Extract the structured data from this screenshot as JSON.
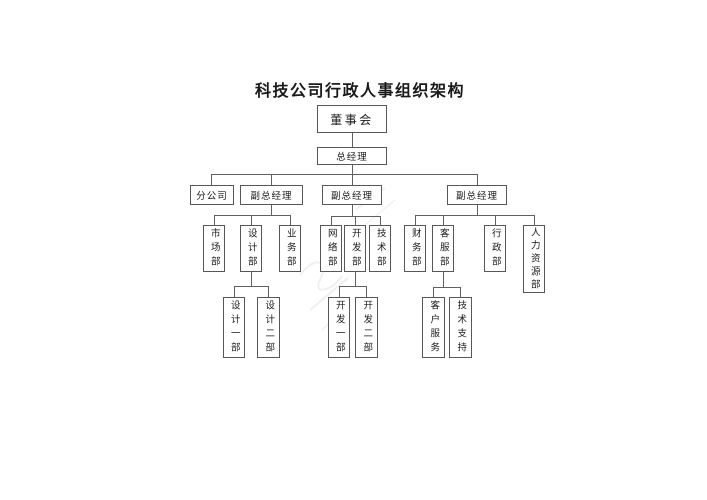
{
  "title": "科技公司行政人事组织架构",
  "colors": {
    "background": "#ffffff",
    "line": "#606060",
    "box_border": "#575757",
    "text": "#1a1a1a"
  },
  "nodes": {
    "board": {
      "label": "董事会"
    },
    "general_manager": {
      "label": "总经理"
    },
    "branch_company": {
      "label": "分公司"
    },
    "vp1": {
      "label": "副总经理"
    },
    "vp2": {
      "label": "副总经理"
    },
    "vp3": {
      "label": "副总经理"
    },
    "marketing_dept": {
      "label": "市场部"
    },
    "design_dept": {
      "label": "设计部"
    },
    "business_dept": {
      "label": "业务部"
    },
    "network_dept": {
      "label": "网络部"
    },
    "development_dept": {
      "label": "开发部"
    },
    "technology_dept": {
      "label": "技术部"
    },
    "finance_dept": {
      "label": "财务部"
    },
    "customer_service_dept": {
      "label": "客服部"
    },
    "administration_dept": {
      "label": "行政部"
    },
    "hr_dept": {
      "label": "人力资源部"
    },
    "design_dept_1": {
      "label": "设计一部"
    },
    "design_dept_2": {
      "label": "设计二部"
    },
    "development_dept_1": {
      "label": "开发一部"
    },
    "development_dept_2": {
      "label": "开发二部"
    },
    "customer_service_team": {
      "label": "客户服务"
    },
    "tech_support_team": {
      "label": "技术支持"
    }
  }
}
